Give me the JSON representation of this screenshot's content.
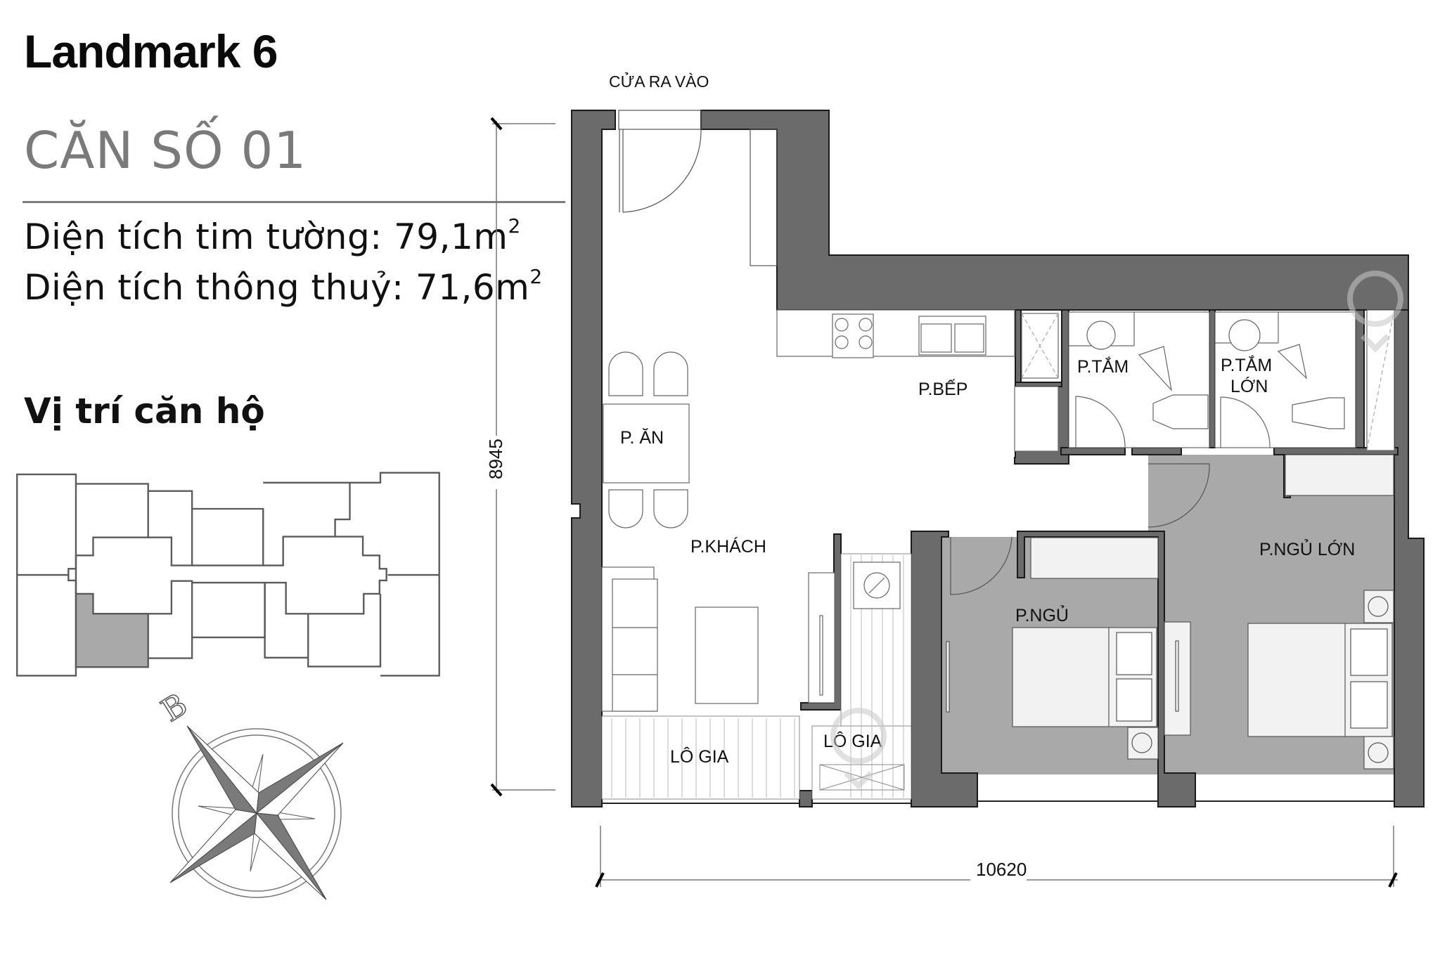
{
  "header": {
    "project": "Landmark 6",
    "unit": "CĂN SỐ 01"
  },
  "areas": {
    "gross_label": "Diện tích tim tường: ",
    "gross_value": "79,1m",
    "gross_exp": "2",
    "net_label": "Diện tích thông thuỷ: ",
    "net_value": "71,6m",
    "net_exp": "2"
  },
  "location": {
    "title": "Vị trí căn hộ",
    "highlight_color": "#a9a9a9"
  },
  "compass": {
    "north_label": "B"
  },
  "plan": {
    "entrance_label": "CỬA RA VÀO",
    "rooms": {
      "kitchen": "P.BẾP",
      "dining": "P. ĂN",
      "living": "P.KHÁCH",
      "bath1": "P.TẮM",
      "bath2_line1": "P.TẮM",
      "bath2_line2": "LỚN",
      "bedroom": "P.NGỦ",
      "master_bedroom": "P.NGỦ LỚN",
      "loggia1": "LÔ GIA",
      "loggia2": "LÔ GIA"
    },
    "dimensions": {
      "height": "8945",
      "width": "10620"
    },
    "colors": {
      "wall": "#6b6b6b",
      "bedroom_floor": "#a9a9a9",
      "furniture": "#f2f2f2"
    }
  }
}
